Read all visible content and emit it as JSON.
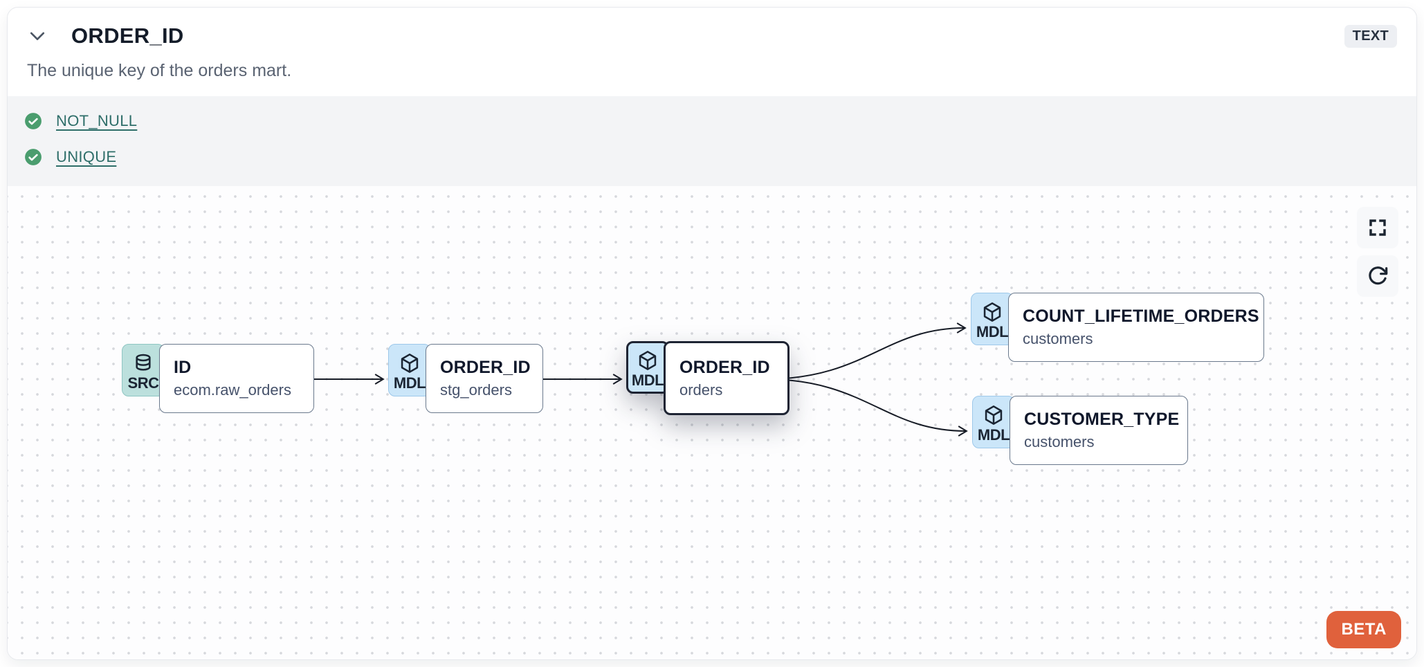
{
  "header": {
    "title": "ORDER_ID",
    "description": "The unique key of the orders mart.",
    "type_badge": "TEXT"
  },
  "tests": {
    "items": [
      {
        "label": "NOT_NULL",
        "status": "passed",
        "icon": "check-circle-icon"
      },
      {
        "label": "UNIQUE",
        "status": "passed",
        "icon": "check-circle-icon"
      }
    ]
  },
  "lineage": {
    "nodes": [
      {
        "id": "src_raw_orders",
        "badge": "SRC",
        "icon": "database-icon",
        "title": "ID",
        "subtitle": "ecom.raw_orders",
        "selected": false
      },
      {
        "id": "stg_orders",
        "badge": "MDL",
        "icon": "cube-icon",
        "title": "ORDER_ID",
        "subtitle": "stg_orders",
        "selected": false
      },
      {
        "id": "orders",
        "badge": "MDL",
        "icon": "cube-icon",
        "title": "ORDER_ID",
        "subtitle": "orders",
        "selected": true
      },
      {
        "id": "count_lifetime_orders",
        "badge": "MDL",
        "icon": "cube-icon",
        "title": "COUNT_LIFETIME_ORDERS",
        "subtitle": "customers",
        "selected": false
      },
      {
        "id": "customer_type",
        "badge": "MDL",
        "icon": "cube-icon",
        "title": "CUSTOMER_TYPE",
        "subtitle": "customers",
        "selected": false
      }
    ],
    "edges": [
      {
        "from": "src_raw_orders",
        "to": "stg_orders"
      },
      {
        "from": "stg_orders",
        "to": "orders"
      },
      {
        "from": "orders",
        "to": "count_lifetime_orders"
      },
      {
        "from": "orders",
        "to": "customer_type"
      }
    ],
    "beta_label": "BETA"
  },
  "colors": {
    "accent_orange": "#e0613c",
    "src_badge_bg": "#bce0dd",
    "mdl_badge_bg": "#cbe6f9",
    "link_teal": "#2e6e69",
    "check_green": "#4a9d6e",
    "selected_border": "#1e2433",
    "edge": "#171c26",
    "tests_bg": "#f3f4f6"
  }
}
